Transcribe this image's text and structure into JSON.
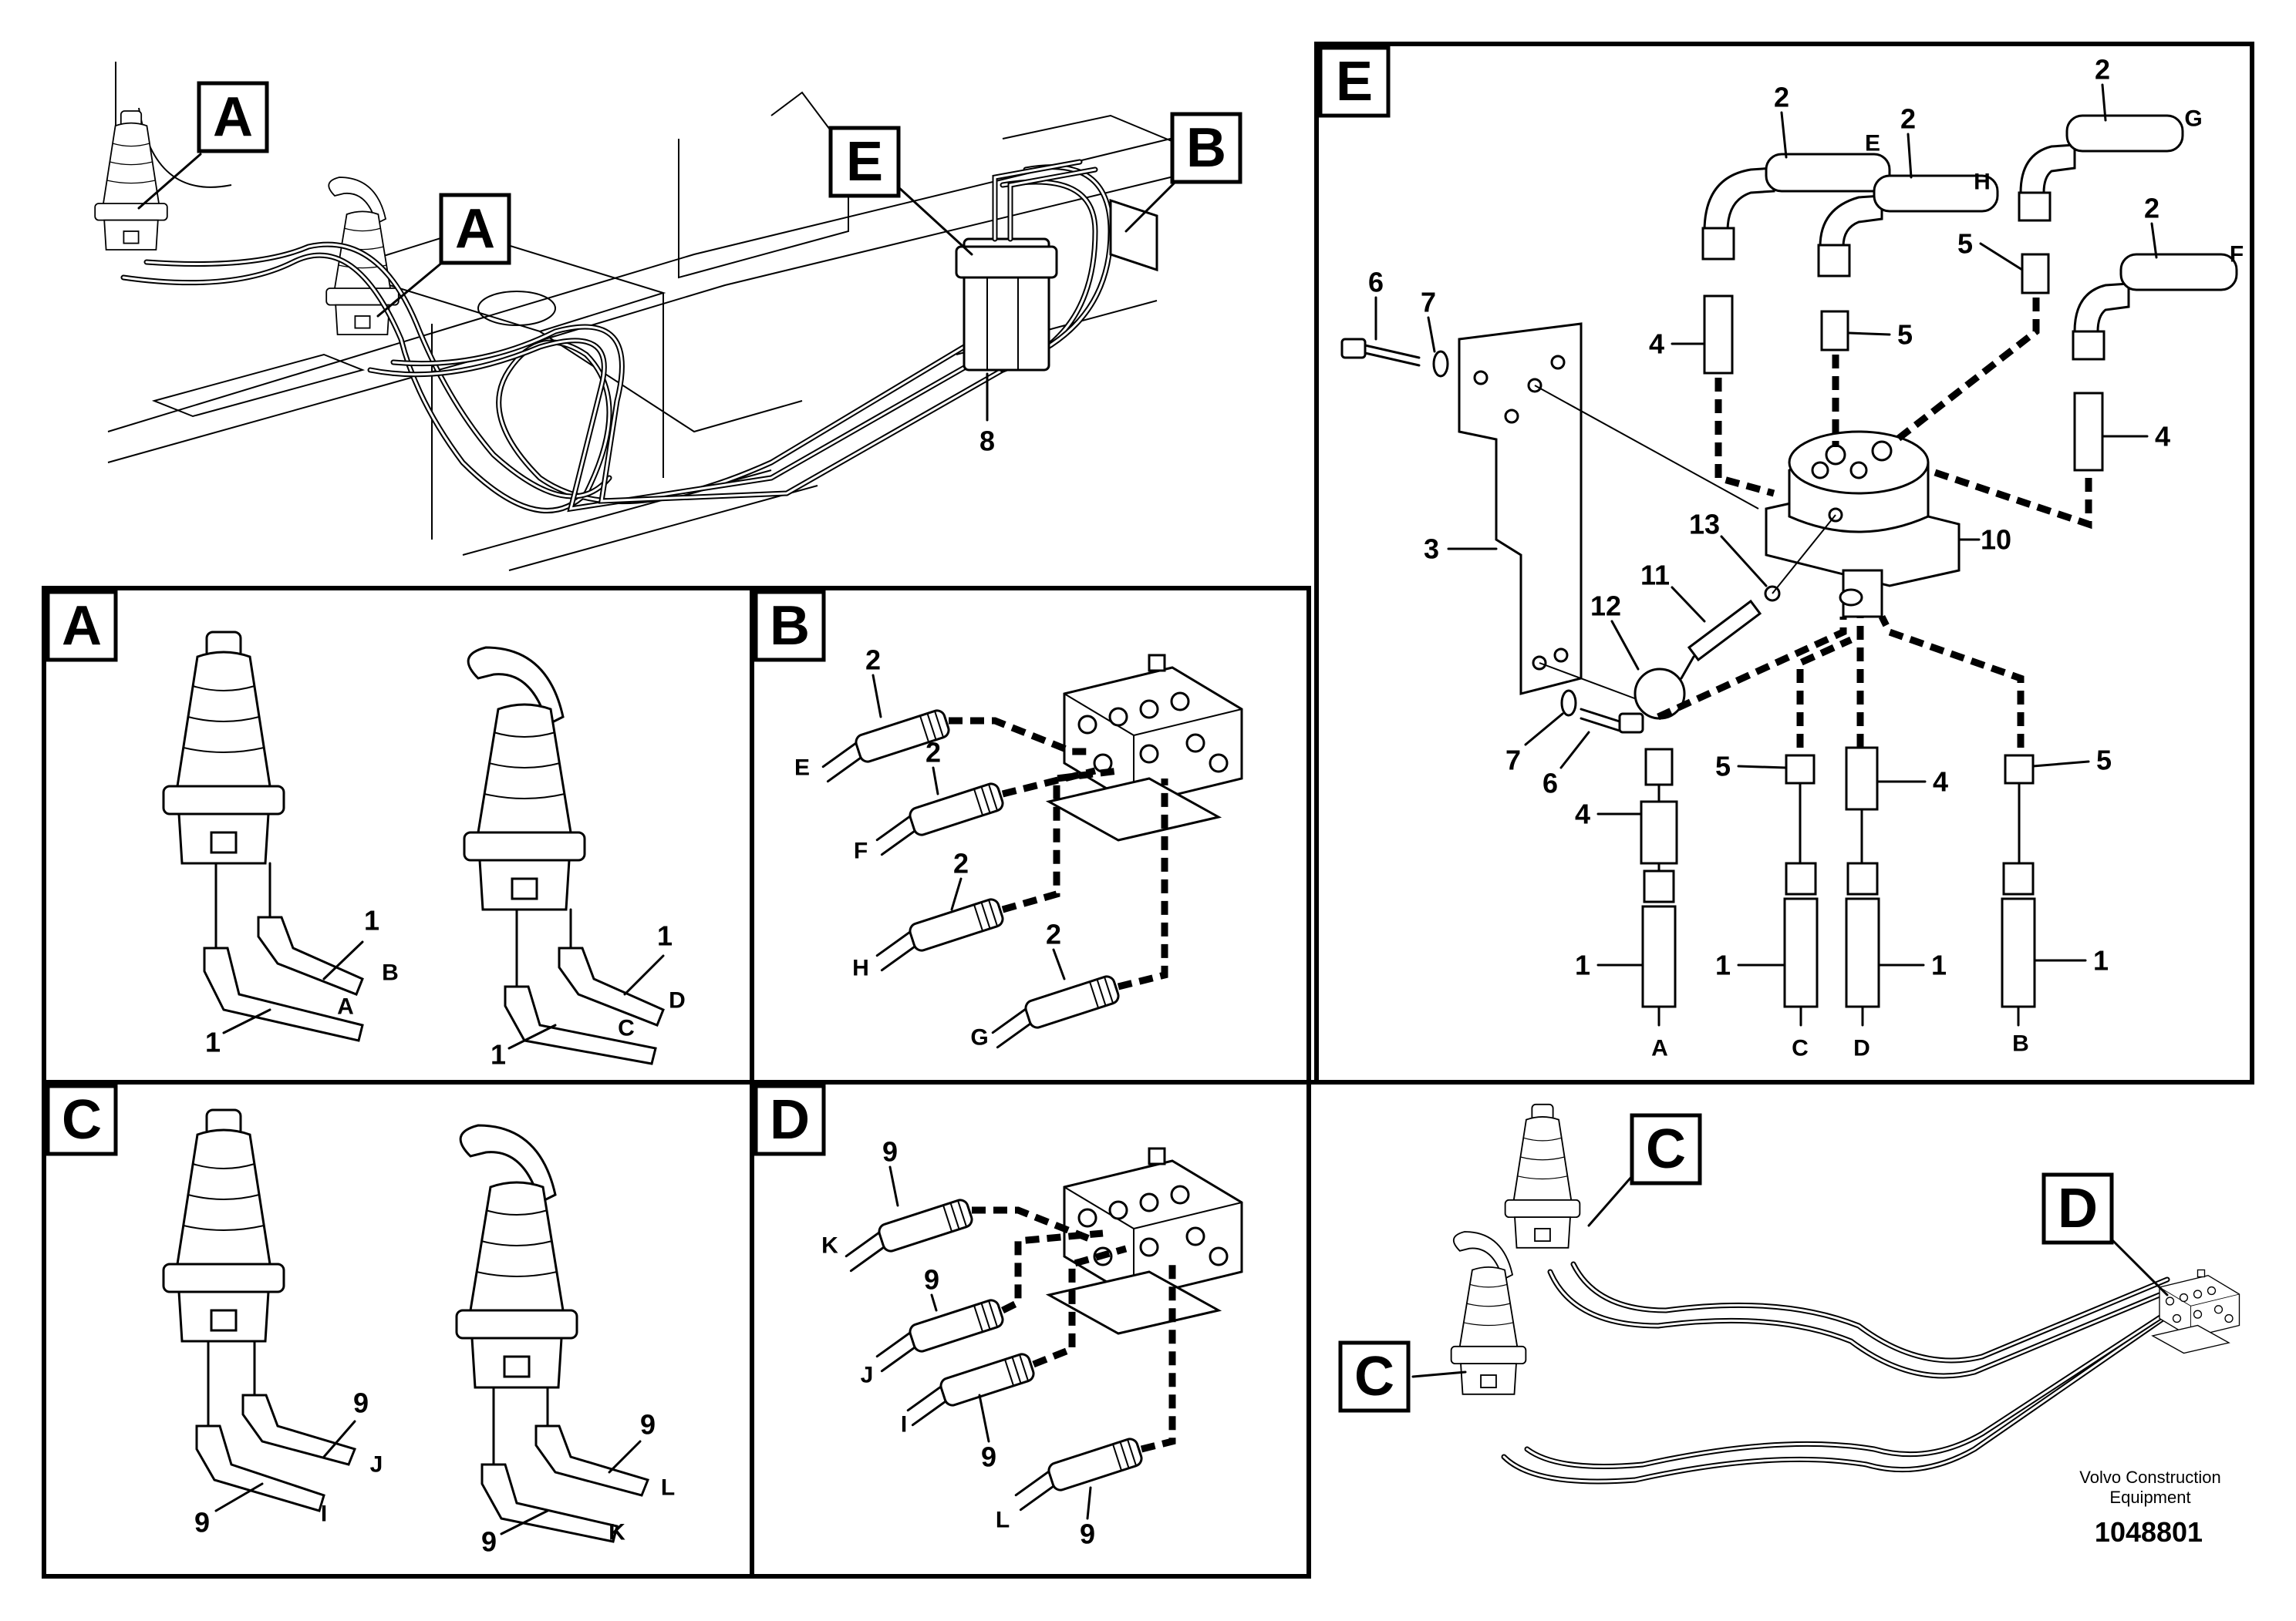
{
  "panels": {
    "overview": {
      "callouts": [
        "A",
        "A",
        "E",
        "B"
      ],
      "part_labels": [
        "8"
      ]
    },
    "A": {
      "title": "A",
      "part_labels": [
        "1",
        "1",
        "1",
        "1"
      ],
      "ports": [
        "B",
        "A",
        "D",
        "C"
      ]
    },
    "B": {
      "title": "B",
      "part_labels": [
        "2",
        "2",
        "2",
        "2"
      ],
      "ports": [
        "E",
        "F",
        "H",
        "G"
      ]
    },
    "C": {
      "title": "C",
      "part_labels": [
        "9",
        "9",
        "9",
        "9"
      ],
      "ports": [
        "J",
        "I",
        "L",
        "K"
      ]
    },
    "D": {
      "title": "D",
      "part_labels": [
        "9",
        "9",
        "9",
        "9"
      ],
      "ports": [
        "K",
        "J",
        "I",
        "L"
      ]
    },
    "E": {
      "title": "E",
      "hose_numbers": [
        "2",
        "2",
        "2",
        "2"
      ],
      "hose_ports": [
        "E",
        "H",
        "G",
        "F"
      ],
      "part_labels": {
        "screw_top": "6",
        "washer_top": "7",
        "bracket": "3",
        "block": "10",
        "item13": "13",
        "item11": "11",
        "item12": "12",
        "washer_bottom": "7",
        "screw_bottom": "6",
        "adapter_top_left": "4",
        "nipple_top_mid": "5",
        "nipple_top_right": "5",
        "adapter_top_right": "4",
        "adapter_a": "4",
        "nipple_c": "5",
        "adapter_d": "4",
        "nipple_b": "5",
        "hose_a": "1",
        "hose_c": "1",
        "hose_d": "1",
        "hose_b": "1"
      },
      "bottom_ports": [
        "A",
        "C",
        "D",
        "B"
      ]
    },
    "CD_overview": {
      "callouts": [
        "C",
        "C",
        "D"
      ]
    }
  },
  "footer": {
    "brand_line1": "Volvo Construction",
    "brand_line2": "Equipment",
    "doc_number": "1048801"
  }
}
